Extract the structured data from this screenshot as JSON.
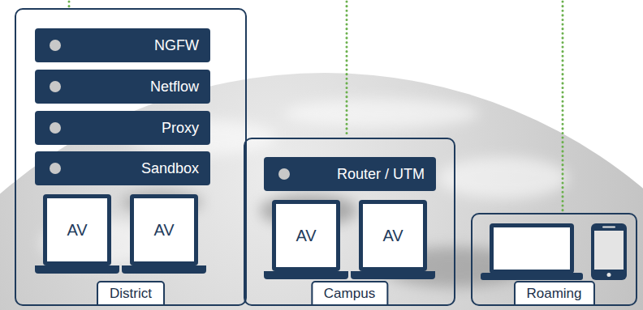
{
  "diagram": {
    "nodes": [
      {
        "text": [
          "District"
        ]
      },
      {
        "text": [
          "NGFW"
        ],
        "in": 0
      },
      {
        "text": [
          "Netflow"
        ],
        "in": 0
      },
      {
        "text": [
          "Proxy"
        ],
        "in": 0
      },
      {
        "text": [
          "Sandbox"
        ],
        "in": 0
      },
      {
        "text": [
          "AV"
        ],
        "in": 0
      },
      {
        "text": [
          "AV"
        ],
        "in": 0
      },
      {
        "text": [
          "Campus"
        ]
      },
      {
        "text": [
          "Router / UTM"
        ],
        "in": 7
      },
      {
        "text": [
          "AV"
        ],
        "in": 7
      },
      {
        "text": [
          "AV"
        ],
        "in": 7
      },
      {
        "text": [
          "Roaming"
        ]
      }
    ]
  }
}
